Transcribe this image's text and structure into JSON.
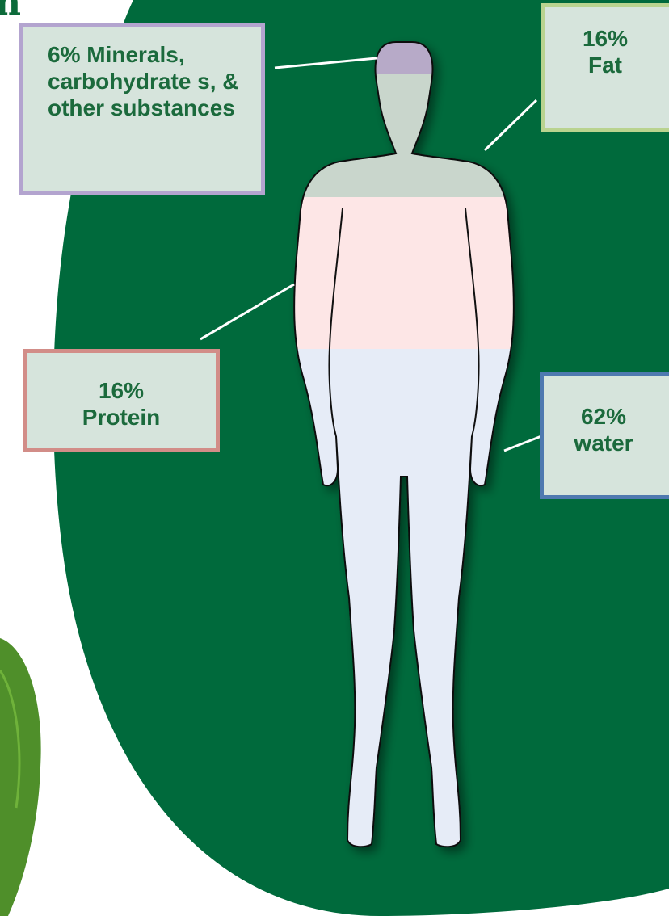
{
  "labels": {
    "minerals": "6% Minerals, carbohydrate s, & other substances",
    "fat_pct": "16%",
    "fat_name": "Fat",
    "protein_pct": "16%",
    "protein_name": "Protein",
    "water_pct": "62%",
    "water_name": "water"
  },
  "colors": {
    "background_blob": "#006a3c",
    "label_fill": "#d6e4dc",
    "label_text": "#1b6a3c",
    "minerals_border": "#b3a4cf",
    "fat_border": "#b9d38f",
    "protein_border": "#d28d88",
    "water_border": "#4f79b0",
    "head_band": "#b7aac8",
    "fat_band": "#c9d6cc",
    "protein_band": "#fde6e6",
    "water_band": "#e6ecf7"
  },
  "icons": {
    "figure": "human-silhouette-icon",
    "leaf": "leaf-icon"
  }
}
